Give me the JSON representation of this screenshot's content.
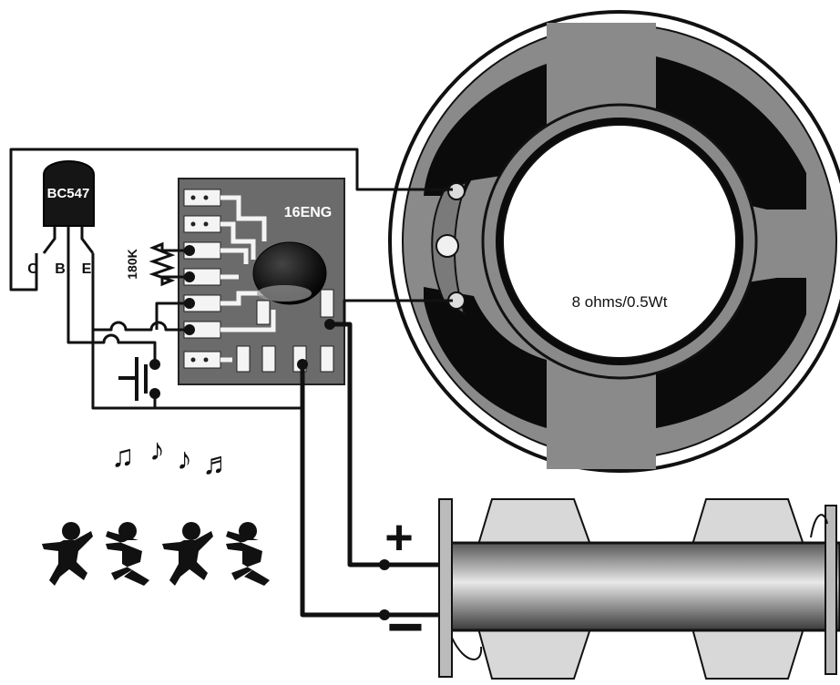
{
  "diagram": {
    "transistor": {
      "label": "BC547",
      "pins": [
        "C",
        "B",
        "E"
      ]
    },
    "resistor": {
      "label": "180K"
    },
    "ic_board": {
      "label": "16ENG"
    },
    "speaker": {
      "label": "8 ohms/0.5Wt"
    },
    "battery": {
      "positive_symbol": "+",
      "negative_symbol": "−"
    },
    "decoration": {
      "notes": [
        "♫",
        "♪",
        "♪",
        "♬"
      ],
      "figure_count": 4
    },
    "colors": {
      "wire": "#111111",
      "speaker_gray": "#8a8a8a",
      "pcb_gray": "#6b6b6b",
      "background": "#ffffff"
    }
  }
}
